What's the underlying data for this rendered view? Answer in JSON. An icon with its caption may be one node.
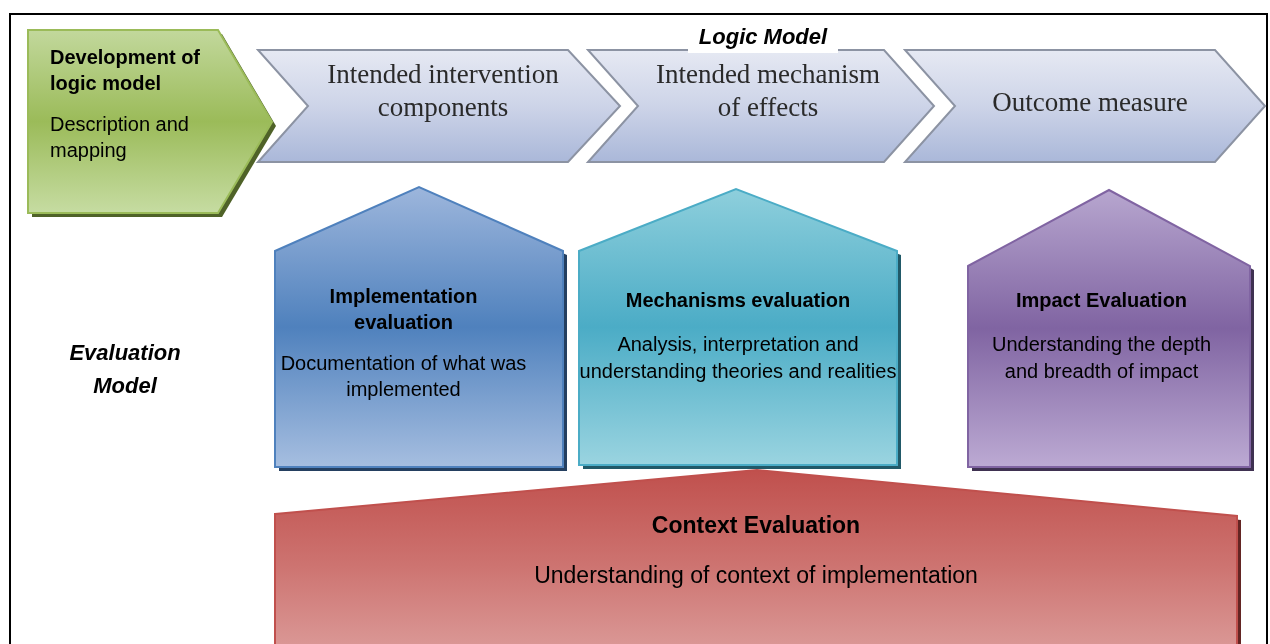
{
  "diagram": {
    "nodes": [
      {
        "text": [
          "Development of logic model",
          "Description and mapping"
        ]
      },
      {
        "text": [
          "Intended intervention components"
        ]
      },
      {
        "text": [
          "Intended mechanism of effects"
        ]
      },
      {
        "text": [
          "Outcome measure"
        ]
      },
      {
        "text": [
          "Implementation evaluation",
          "Documentation of what was implemented"
        ]
      },
      {
        "text": [
          "Mechanisms evaluation",
          "Analysis, interpretation and understanding theories and realities"
        ]
      },
      {
        "text": [
          "Impact Evaluation",
          "Understanding the depth and breadth of impact"
        ]
      },
      {
        "text": [
          "Context Evaluation",
          "Understanding of context of implementation"
        ]
      }
    ],
    "labels": [
      "Logic Model",
      "Evaluation Model"
    ]
  }
}
